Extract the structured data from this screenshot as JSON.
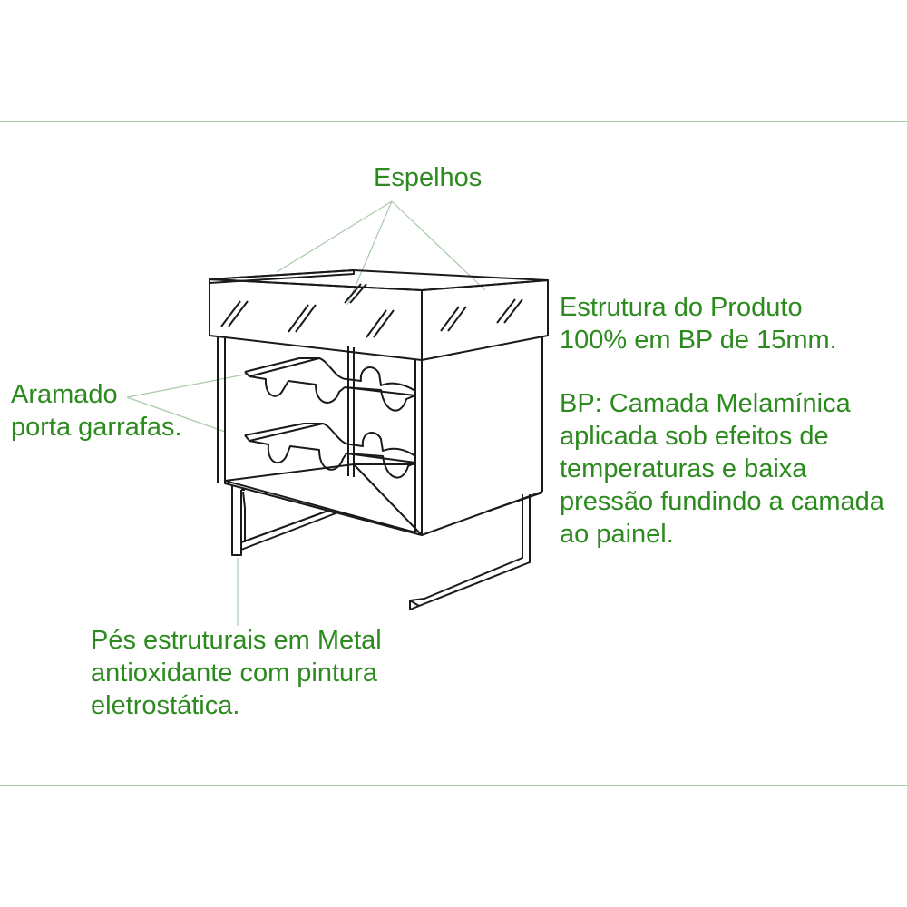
{
  "colors": {
    "label_text": "#2c8a1f",
    "leader_line": "#a9c9a9",
    "drawing_line": "#1a1a1a",
    "background": "#ffffff"
  },
  "labels": {
    "espelhos": "Espelhos",
    "estrutura": [
      "Estrutura do Produto",
      "100% em BP de 15mm."
    ],
    "bp": [
      "BP: Camada Melamínica",
      "aplicada sob efeitos de",
      "temperaturas e baixa",
      "pressão fundindo a camada",
      "ao painel."
    ],
    "aramado": [
      "Aramado",
      "porta garrafas."
    ],
    "pes": [
      "Pés estruturais em Metal",
      "antioxidante com pintura",
      "eletrostática."
    ]
  }
}
